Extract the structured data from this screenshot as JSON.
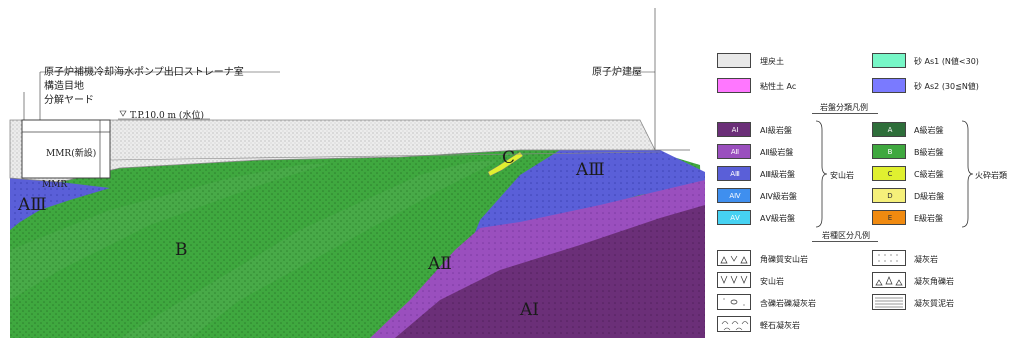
{
  "section": {
    "labels": {
      "strainer_room": "原子炉補機冷却海水ポンプ出口ストレーナ室",
      "structure_joint": "構造目地",
      "disassembly_yard": "分解ヤード",
      "water_level": "T.P.10.0 m (水位)",
      "mmr_new": "MMR(新設)",
      "mmr": "MMR",
      "reactor_building": "原子炉建屋"
    },
    "zones": {
      "a3_left": "AⅢ",
      "a3_right": "AⅢ",
      "b": "B",
      "a2": "AⅡ",
      "a1": "AⅠ",
      "c": "C"
    }
  },
  "legend": {
    "soils": [
      {
        "name": "埋戻土",
        "color": "#e8e8e8",
        "pattern": "dots"
      },
      {
        "name": "粘性土 Ac",
        "color": "#ff77ff",
        "pattern": "none"
      },
      {
        "name": "砂 As1 (N値<30)",
        "color": "#77f7c7",
        "pattern": "none"
      },
      {
        "name": "砂 As2 (30≦N値)",
        "color": "#7a7aff",
        "pattern": "none"
      }
    ],
    "rock_title": "岩盤分類凡例",
    "andesite_group": "安山岩",
    "pyroclastic_group": "火砕岩類",
    "andesite_classes": [
      {
        "code": "AⅠ",
        "name": "AⅠ級岩盤",
        "color": "#6b2f78"
      },
      {
        "code": "AⅡ",
        "name": "AⅡ級岩盤",
        "color": "#9a4fbe"
      },
      {
        "code": "AⅢ",
        "name": "AⅢ級岩盤",
        "color": "#5a5fd8"
      },
      {
        "code": "AⅣ",
        "name": "AⅣ級岩盤",
        "color": "#3f8fef"
      },
      {
        "code": "AⅤ",
        "name": "AⅤ級岩盤",
        "color": "#46d2f2"
      }
    ],
    "pyro_classes": [
      {
        "code": "A",
        "name": "A級岩盤",
        "color": "#2e6e3a"
      },
      {
        "code": "B",
        "name": "B級岩盤",
        "color": "#3fa83f"
      },
      {
        "code": "C",
        "name": "C級岩盤",
        "color": "#e0f030"
      },
      {
        "code": "D",
        "name": "D級岩盤",
        "color": "#f5f07a"
      },
      {
        "code": "E",
        "name": "E級岩盤",
        "color": "#f08a10"
      }
    ],
    "rock_type_title": "岩種区分凡例",
    "rock_types": [
      {
        "name": "角礫質安山岩",
        "symbol": "triangles"
      },
      {
        "name": "凝灰岩",
        "symbol": "dotgrid"
      },
      {
        "name": "安山岩",
        "symbol": "vees"
      },
      {
        "name": "凝灰角礫岩",
        "symbol": "triangle-dots"
      },
      {
        "name": "含礫岩礫凝灰岩",
        "symbol": "pebble"
      },
      {
        "name": "凝灰質泥岩",
        "symbol": "lines"
      },
      {
        "name": "軽石凝灰岩",
        "symbol": "arches"
      }
    ]
  }
}
